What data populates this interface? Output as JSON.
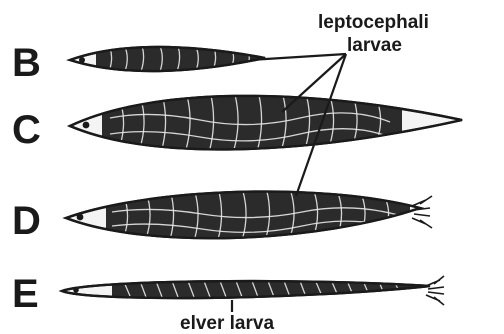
{
  "figure": {
    "annotations": {
      "leptocephali_line1": "leptocephali",
      "leptocephali_line2": "larvae",
      "elver": "elver larva"
    },
    "stages": [
      {
        "letter": "B",
        "kind": "leptocephalus"
      },
      {
        "letter": "C",
        "kind": "leptocephalus"
      },
      {
        "letter": "D",
        "kind": "leptocephalus"
      },
      {
        "letter": "E",
        "kind": "elver"
      }
    ],
    "colors": {
      "ink": "#1a1a1a",
      "body": "#2b2b2b",
      "paper": "#ffffff"
    }
  }
}
